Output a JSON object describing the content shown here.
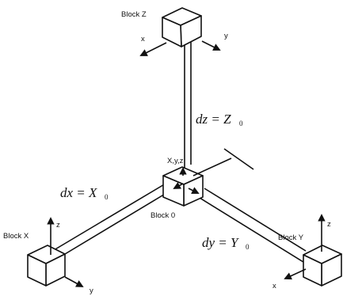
{
  "blocks": {
    "z": {
      "label": "Block Z",
      "axis_left": "x",
      "axis_right": "y"
    },
    "x": {
      "label": "Block X",
      "axis_up": "z",
      "axis_right": "y"
    },
    "y": {
      "label": "Block Y",
      "axis_up": "z",
      "axis_left": "x"
    },
    "origin": {
      "label": "Block 0",
      "coords": "X,y,z"
    }
  },
  "equations": {
    "dz": {
      "lhs": "dz",
      "eq": " = ",
      "var": "Z",
      "sub": "0"
    },
    "dx": {
      "lhs": "dx",
      "eq": " = ",
      "var": "X",
      "sub": "0"
    },
    "dy": {
      "lhs": "dy",
      "eq": " = ",
      "var": "Y",
      "sub": "0"
    }
  }
}
